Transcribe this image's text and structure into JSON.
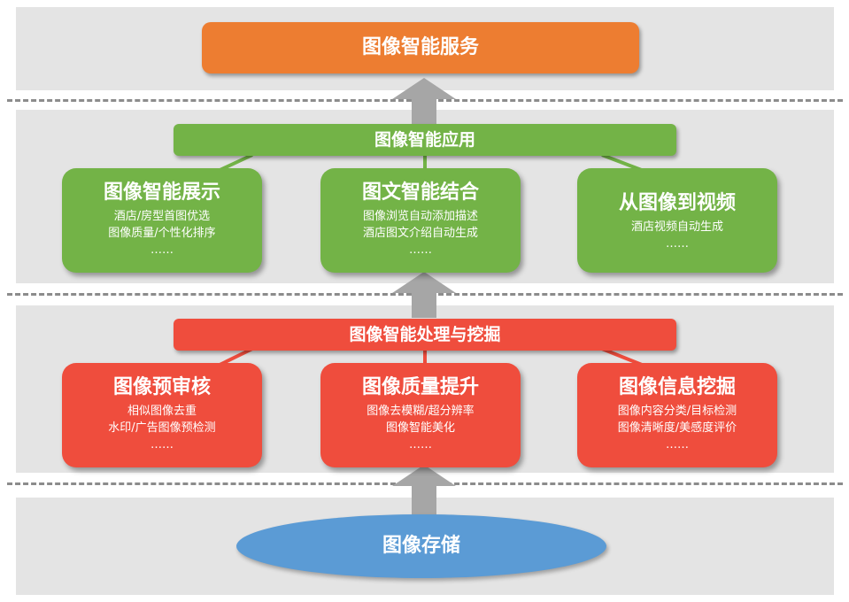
{
  "service": {
    "title": "图像智能服务",
    "color": "#ed7d31"
  },
  "application": {
    "title": "图像智能应用",
    "color": "#73b347",
    "cards": [
      {
        "title": "图像智能展示",
        "lines": [
          "酒店/房型首图优选",
          "图像质量/个性化排序",
          "……"
        ]
      },
      {
        "title": "图文智能结合",
        "lines": [
          "图像浏览自动添加描述",
          "酒店图文介绍自动生成",
          "……"
        ]
      },
      {
        "title": "从图像到视频",
        "lines": [
          "酒店视频自动生成",
          "……"
        ]
      }
    ]
  },
  "processing": {
    "title": "图像智能处理与挖掘",
    "color": "#ef4d3d",
    "cards": [
      {
        "title": "图像预审核",
        "lines": [
          "相似图像去重",
          "水印/广告图像预检测",
          "……"
        ]
      },
      {
        "title": "图像质量提升",
        "lines": [
          "图像去模糊/超分辨率",
          "图像智能美化",
          "……"
        ]
      },
      {
        "title": "图像信息挖掘",
        "lines": [
          "图像内容分类/目标检测",
          "图像清晰度/美感度评价",
          "……"
        ]
      }
    ]
  },
  "storage": {
    "title": "图像存储",
    "color": "#5b9bd5"
  }
}
